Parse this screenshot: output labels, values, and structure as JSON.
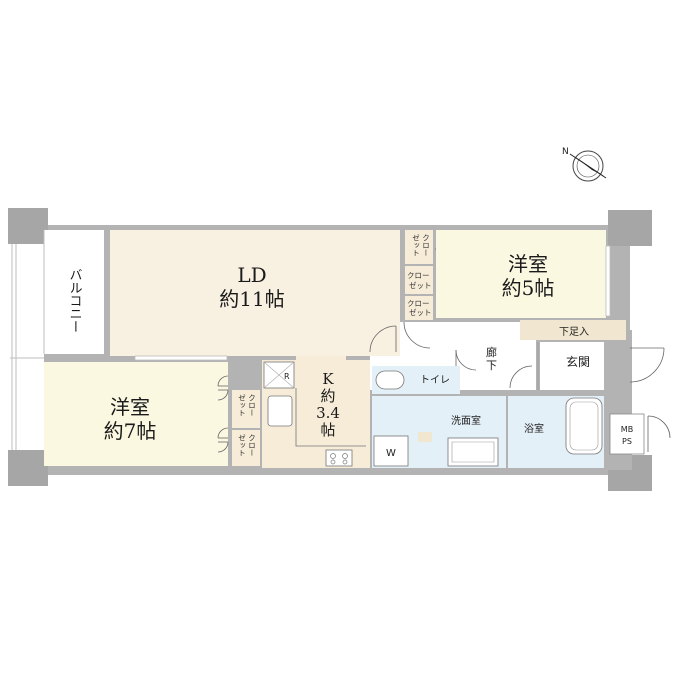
{
  "colors": {
    "wall": "#b3b3b3",
    "pillar": "#a6a6a6",
    "ld": "#f8f0e1",
    "kitchen": "#f6ecd8",
    "western": "#fbf8e2",
    "wet": "#e4f0f8",
    "hall": "#ffffff",
    "genkan_step": "#f1e6cf"
  },
  "rooms": {
    "ld": {
      "name": "LD",
      "size": "約11帖"
    },
    "western5": {
      "name": "洋室",
      "size": "約5帖"
    },
    "western7": {
      "name": "洋室",
      "size": "約7帖"
    },
    "kitchen": {
      "name": "K",
      "size1": "約",
      "size2": "3.4",
      "size3": "帖"
    },
    "balcony": {
      "name": "バルコニー"
    },
    "corridor": {
      "line1": "廊",
      "line2": "下"
    },
    "entrance": {
      "name": "玄関",
      "step": "下足入"
    },
    "toilet": {
      "name": "トイレ"
    },
    "washroom": {
      "name": "洗面室"
    },
    "bathroom": {
      "name": "浴室"
    },
    "mbps": {
      "line1": "MB",
      "line2": "PS"
    },
    "washer": {
      "name": "W"
    },
    "fridge": {
      "name": "R"
    }
  },
  "closets": {
    "top1": {
      "line1": "クロー",
      "line2": "ゼット"
    },
    "top2": {
      "line1": "クロー",
      "line2": "ゼット"
    },
    "top3": {
      "line1": "クロー",
      "line2": "ゼット"
    },
    "side1": {
      "line1": "クロー",
      "line2": "ゼット"
    },
    "side2": {
      "line1": "クロー",
      "line2": "ゼット"
    }
  },
  "compass": {
    "north": "N"
  }
}
